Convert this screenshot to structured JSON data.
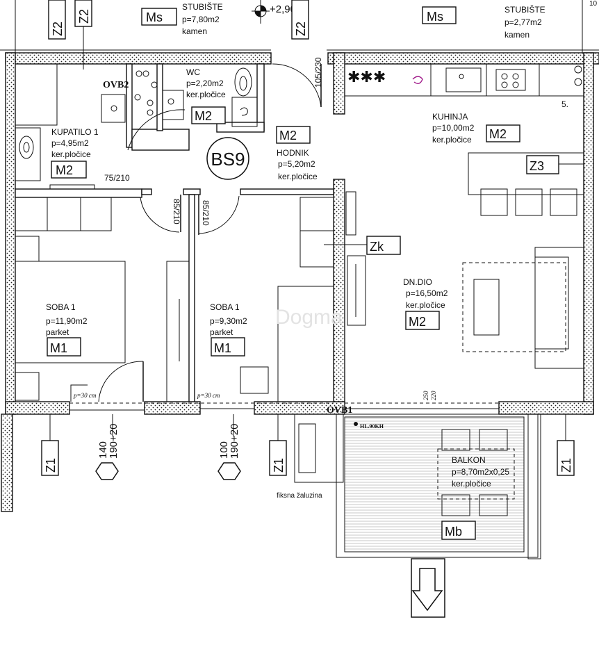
{
  "plan": {
    "unit_code": "BS9",
    "rooms": [
      {
        "id": "stubiste_left",
        "name": "STUBIŠTE",
        "area": "p=7,80m2",
        "finish": "kamen",
        "finish_code": "Ms"
      },
      {
        "id": "stubiste_right",
        "name": "STUBIŠTE",
        "area": "p=2,77m2",
        "finish": "kamen",
        "finish_code": "Ms"
      },
      {
        "id": "wc",
        "name": "WC",
        "area": "p=2,20m2",
        "finish": "ker.pločice",
        "finish_code": "M2"
      },
      {
        "id": "kupatilo",
        "name": "KUPATILO 1",
        "area": "p=4,95m2",
        "finish": "ker.pločice",
        "finish_code": "M2"
      },
      {
        "id": "hodnik",
        "name": "HODNIK",
        "area": "p=5,20m2",
        "finish": "ker.pločice",
        "finish_code": "M2"
      },
      {
        "id": "kuhinja",
        "name": "KUHINJA",
        "area": "p=10,00m2",
        "finish": "ker.pločice",
        "finish_code": "M2"
      },
      {
        "id": "soba_left",
        "name": "SOBA 1",
        "area": "p=11,90m2",
        "finish": "parket",
        "finish_code": "M1"
      },
      {
        "id": "soba_mid",
        "name": "SOBA 1",
        "area": "p=9,30m2",
        "finish": "parket",
        "finish_code": "M1"
      },
      {
        "id": "dndio",
        "name": "DN.DIO",
        "area": "p=16,50m2",
        "finish": "ker.pločice",
        "finish_code": "M2"
      },
      {
        "id": "balkon",
        "name": "BALKON",
        "area": "p=8,70m2x0,25",
        "finish": "ker.pločice",
        "finish_code": "Mb"
      }
    ],
    "wall_tags": {
      "z2": "Z2",
      "z1": "Z1",
      "z3": "Z3",
      "zk": "Zk"
    },
    "doors": {
      "entry": "105/230",
      "bath": "75/210",
      "room_left": "85/210",
      "room_right": "85/210"
    },
    "windows": [
      {
        "width": "140",
        "height": "190+20"
      },
      {
        "width": "100",
        "height": "190+20"
      }
    ],
    "parapets": {
      "left": "p=30 cm",
      "mid": "p=30 cm",
      "balcony_a": "250",
      "balcony_b": "220"
    },
    "elevation": "+2,90",
    "ovb_labels": {
      "bath": "OVB2",
      "balcony": "OVB1"
    },
    "hl_label": "HL.90KH",
    "shutter_note": "fiksna žaluzina",
    "step_label": "5.",
    "corner_number": "10",
    "watermark": "Dogma"
  }
}
